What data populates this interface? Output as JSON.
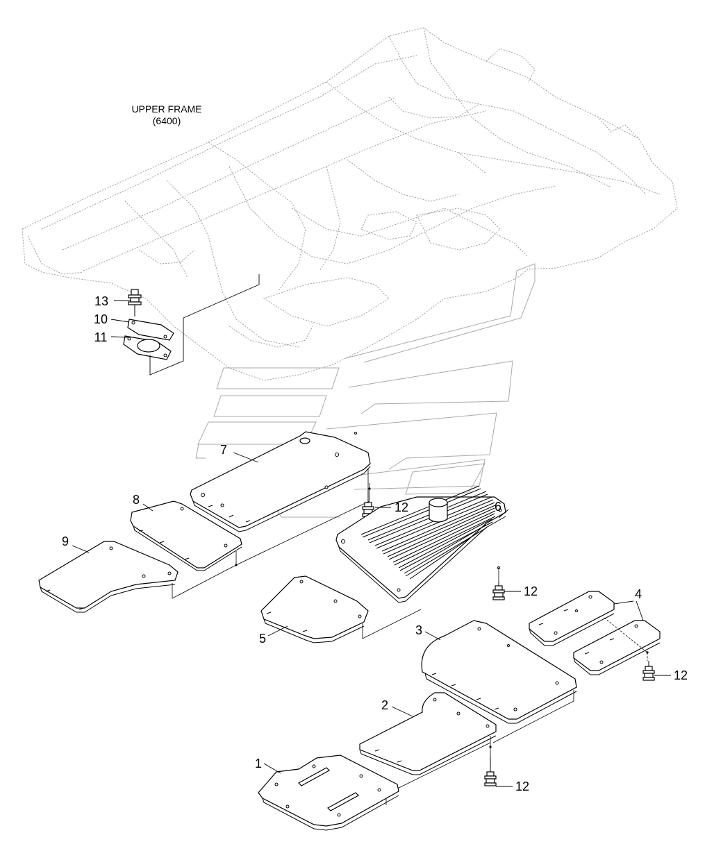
{
  "title": {
    "line1": "UPPER FRAME",
    "line2": "(6400)"
  },
  "callouts": {
    "p1": "1",
    "p2": "2",
    "p3": "3",
    "p4": "4",
    "p5": "5",
    "p6": "6",
    "p7": "7",
    "p8": "8",
    "p9": "9",
    "p10": "10",
    "p11": "11",
    "p12a": "12",
    "p12b": "12",
    "p12c": "12",
    "p12d": "12",
    "p13": "13"
  }
}
